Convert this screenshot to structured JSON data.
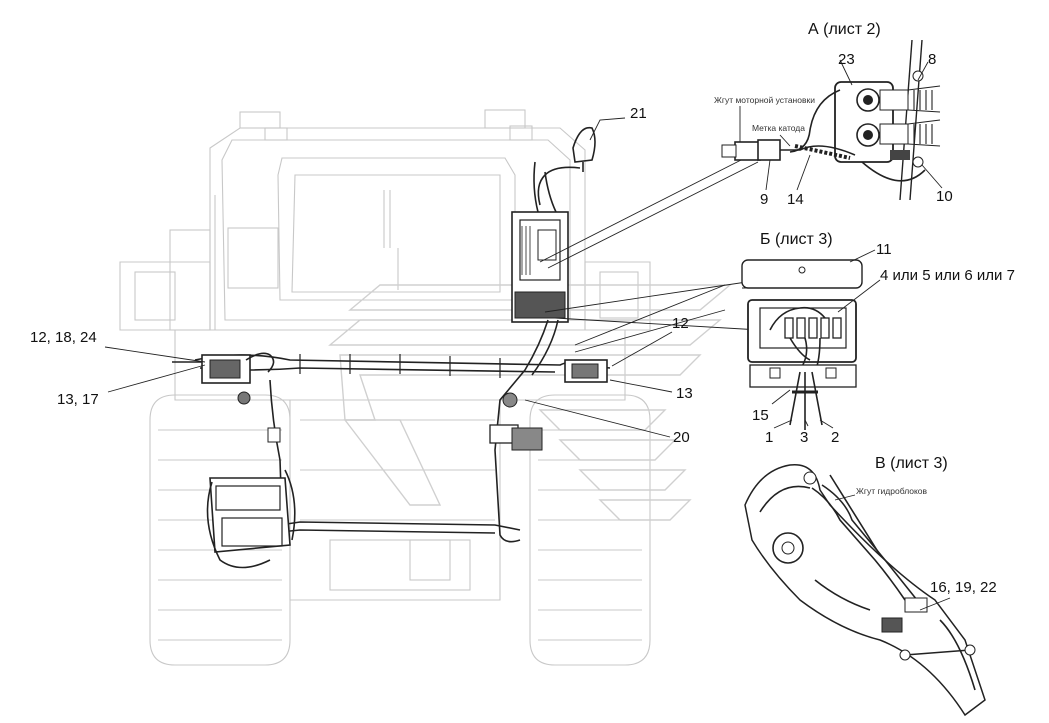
{
  "views": {
    "a_title": "А (лист 2)",
    "b_title": "Б (лист 3)",
    "v_title": "В (лист 3)"
  },
  "callouts": {
    "c21": "21",
    "c12_18_24": "12, 18, 24",
    "c13_17": "13, 17",
    "c12": "12",
    "c13": "13",
    "c20": "20",
    "c23": "23",
    "c8": "8",
    "c9": "9",
    "c14": "14",
    "c10": "10",
    "c11": "11",
    "c4567": "4 или 5 или 6 или 7",
    "c15": "15",
    "c1": "1",
    "c3": "3",
    "c2": "2",
    "c16_19_22": "16, 19, 22"
  },
  "notes": {
    "engine_harness": "Жгут моторной установки",
    "cathode_mark": "Метка катода",
    "hydro_harness": "Жгут гидроблоков"
  },
  "colors": {
    "line": "#222222",
    "faint": "#c8c8c8",
    "watermark": "#d5d5d5"
  }
}
